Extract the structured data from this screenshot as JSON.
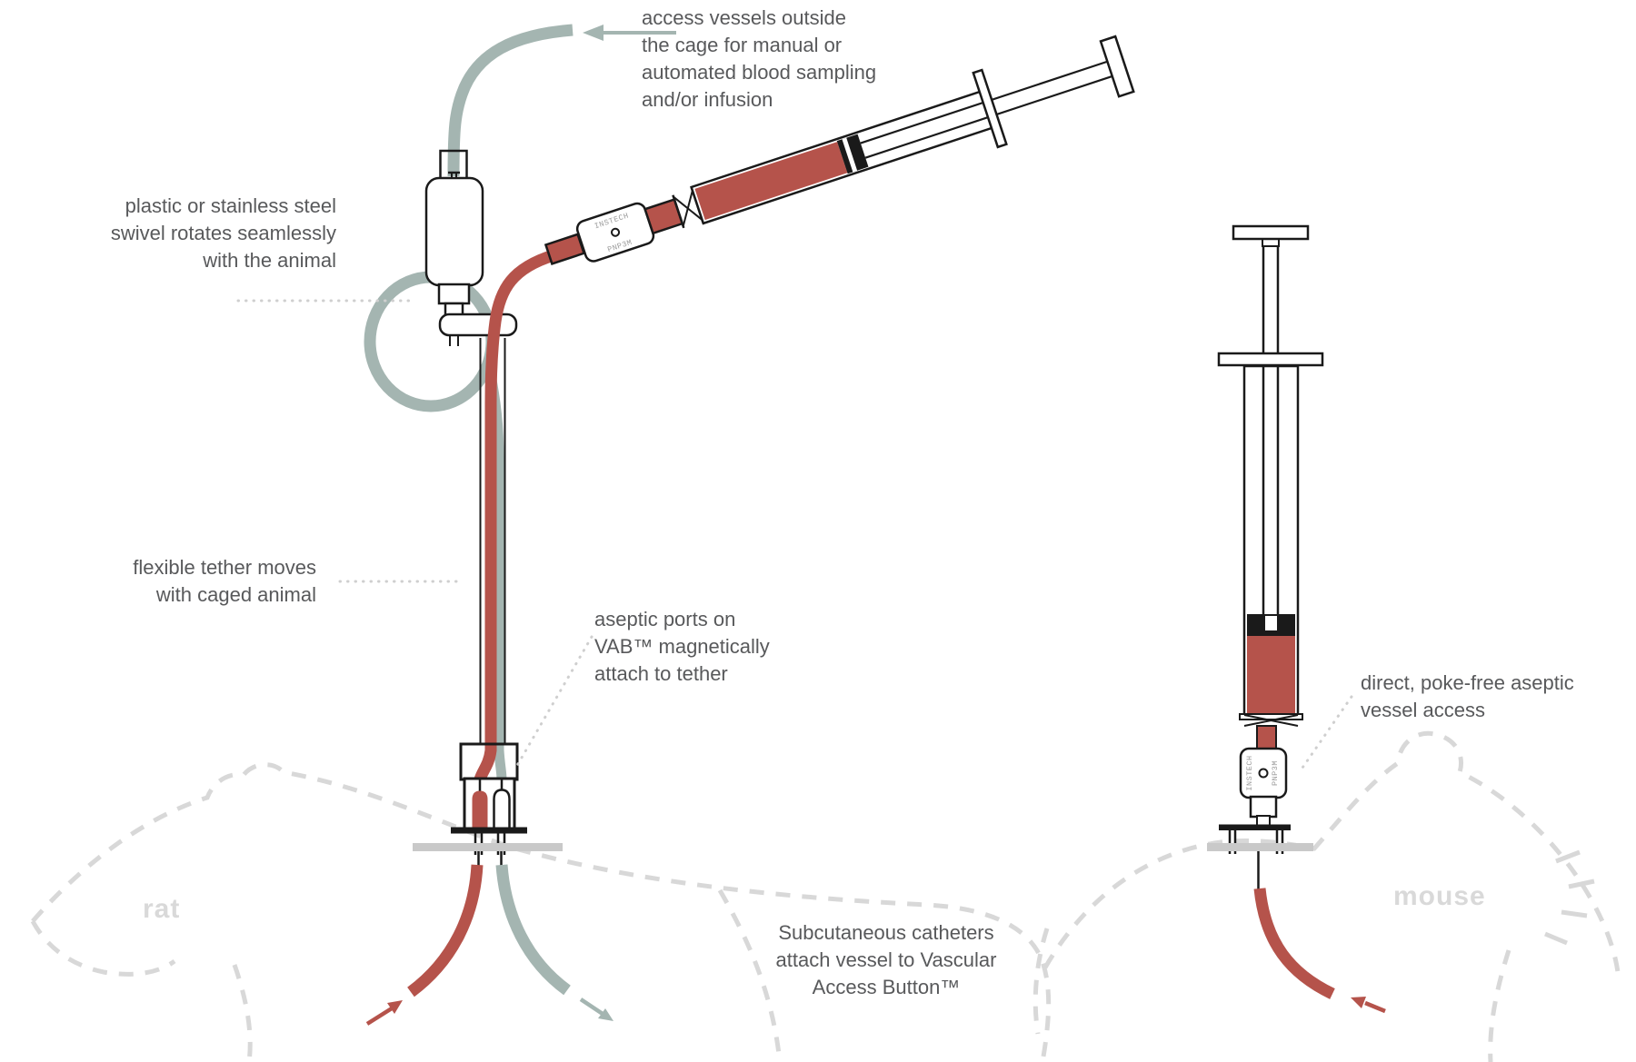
{
  "labels": {
    "access_vessels": "access vessels outside\nthe cage for manual or\nautomated blood sampling\nand/or infusion",
    "swivel": "plastic or stainless steel\nswivel rotates seamlessly\nwith the animal",
    "flexible_tether": "flexible tether moves\nwith caged animal",
    "aseptic_ports": "aseptic ports on\nVAB™ magnetically\nattach to tether",
    "subcutaneous": "Subcutaneous catheters\nattach vessel to Vascular\nAccess Button™",
    "direct_access": "direct, poke-free aseptic\nvessel access",
    "rat": "rat",
    "mouse": "mouse"
  },
  "connector": {
    "brand": "INSTECH",
    "model": "PNP3M"
  },
  "colors": {
    "blood": "#b5534b",
    "tube": "#a4b5b1",
    "text": "#58595b",
    "outline": "#d8d8d8",
    "animal_label": "#d9d9d9",
    "skin": "#c9c9c9",
    "leader": "#cfcfcf",
    "ink": "#1a1a1a"
  }
}
